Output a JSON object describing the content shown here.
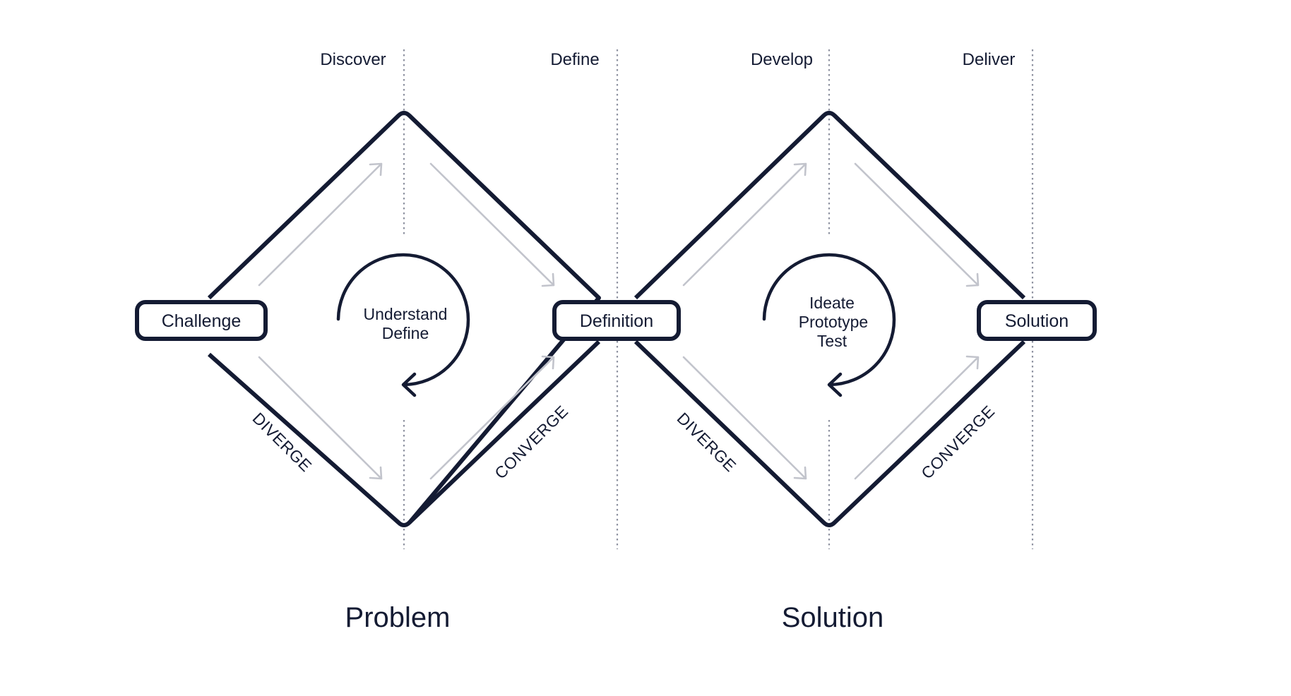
{
  "phases": {
    "discover": "Discover",
    "define": "Define",
    "develop": "Develop",
    "deliver": "Deliver"
  },
  "nodes": {
    "challenge": "Challenge",
    "definition": "Definition",
    "solution": "Solution"
  },
  "cycles": {
    "problem": [
      "Understand",
      "Define"
    ],
    "solution": [
      "Ideate",
      "Prototype",
      "Test"
    ]
  },
  "labels": {
    "diverge": "DIVERGE",
    "converge": "CONVERGE"
  },
  "sections": {
    "problem": "Problem",
    "solution": "Solution"
  },
  "colors": {
    "ink": "#141b33",
    "guide": "#8e92a0",
    "flow_arrow": "#c2c4cc",
    "background": "#ffffff"
  }
}
